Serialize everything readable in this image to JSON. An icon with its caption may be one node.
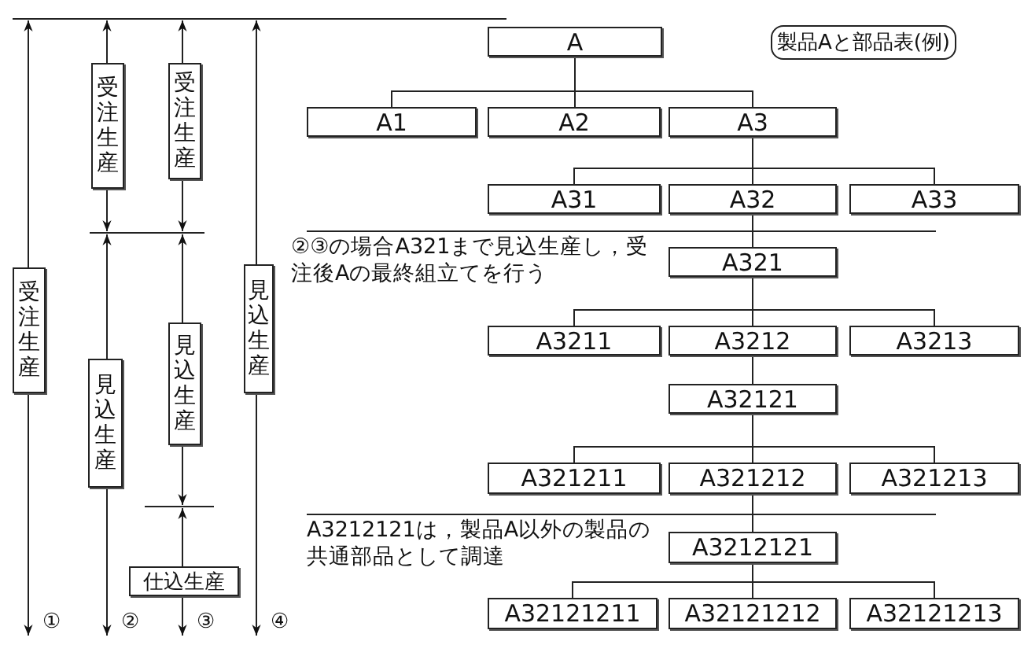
{
  "diagram": {
    "nodes": [
      {
        "text": [
          "受注生産"
        ]
      },
      {
        "text": [
          "受注生産"
        ]
      },
      {
        "text": [
          "見込生産"
        ]
      },
      {
        "text": [
          "受注生産"
        ]
      },
      {
        "text": [
          "見込生産"
        ]
      },
      {
        "text": [
          "仕込生産"
        ]
      },
      {
        "text": [
          "見込生産"
        ]
      },
      {
        "text": [
          "製品Aと部品表(例)"
        ]
      },
      {
        "text": [
          "A"
        ]
      },
      {
        "text": [
          "A1"
        ]
      },
      {
        "text": [
          "A2"
        ]
      },
      {
        "text": [
          "A3"
        ]
      },
      {
        "text": [
          "A31"
        ]
      },
      {
        "text": [
          "A32"
        ]
      },
      {
        "text": [
          "A33"
        ]
      },
      {
        "text": [
          "A321"
        ]
      },
      {
        "text": [
          "A3211"
        ]
      },
      {
        "text": [
          "A3212"
        ]
      },
      {
        "text": [
          "A3213"
        ]
      },
      {
        "text": [
          "A32121"
        ]
      },
      {
        "text": [
          "A321211"
        ]
      },
      {
        "text": [
          "A321212"
        ]
      },
      {
        "text": [
          "A321213"
        ]
      },
      {
        "text": [
          "A3212121"
        ]
      },
      {
        "text": [
          "A32121211"
        ]
      },
      {
        "text": [
          "A32121212"
        ]
      },
      {
        "text": [
          "A32121213"
        ]
      }
    ],
    "edges": [
      {
        "from": 8,
        "to": 9,
        "arrow": "none"
      },
      {
        "from": 8,
        "to": 10,
        "arrow": "none"
      },
      {
        "from": 8,
        "to": 11,
        "arrow": "none"
      },
      {
        "from": 11,
        "to": 12,
        "arrow": "none"
      },
      {
        "from": 11,
        "to": 13,
        "arrow": "none"
      },
      {
        "from": 11,
        "to": 14,
        "arrow": "none"
      },
      {
        "from": 13,
        "to": 15,
        "arrow": "none"
      },
      {
        "from": 15,
        "to": 16,
        "arrow": "none"
      },
      {
        "from": 15,
        "to": 17,
        "arrow": "none"
      },
      {
        "from": 15,
        "to": 18,
        "arrow": "none"
      },
      {
        "from": 17,
        "to": 19,
        "arrow": "none"
      },
      {
        "from": 19,
        "to": 20,
        "arrow": "none"
      },
      {
        "from": 19,
        "to": 21,
        "arrow": "none"
      },
      {
        "from": 19,
        "to": 22,
        "arrow": "none"
      },
      {
        "from": 21,
        "to": 23,
        "arrow": "none"
      },
      {
        "from": 23,
        "to": 24,
        "arrow": "none"
      },
      {
        "from": 23,
        "to": 25,
        "arrow": "none"
      },
      {
        "from": 23,
        "to": 26,
        "arrow": "none"
      }
    ],
    "labels": [
      "②③の場合A321まで見込生産し，受注後Aの最終組立てを行う",
      "A3212121は，製品A以外の製品の共通部品として調達",
      "①",
      "②",
      "③",
      "④"
    ]
  }
}
